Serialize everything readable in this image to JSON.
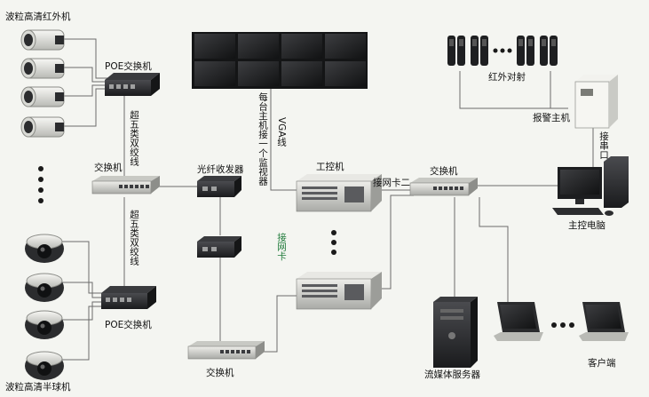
{
  "labels": {
    "hd_ir_camera": "波粒高清红外机",
    "poe_switch_top": "POE交换机",
    "cat5e_top": "超五类双绞线",
    "switch_left": "交换机",
    "fiber_transceiver": "光纤收发器",
    "vga_note": "每台主机接一个监视器",
    "vga": "VGA线",
    "ipc_top": "工控机",
    "ipc_note_nic2": "接网卡二",
    "nic_note": "接网卡",
    "switch_center": "交换机",
    "switch_bottom": "交换机",
    "cat5e_bottom": "超五类双绞线",
    "poe_switch_bottom": "POE交换机",
    "hd_dome_camera": "波粒高清半球机",
    "ir_beam": "红外对射",
    "alarm_host": "报警主机",
    "serial_port": "接串口",
    "main_pc": "主控电脑",
    "media_server": "流媒体服务器",
    "client": "客户端"
  },
  "colors": {
    "background": "#f4f5f1",
    "line": "#6b6b6b",
    "device_dark": "#2a2b2e",
    "device_light": "#dcdcd6",
    "label_green": "#1f7a3a"
  }
}
